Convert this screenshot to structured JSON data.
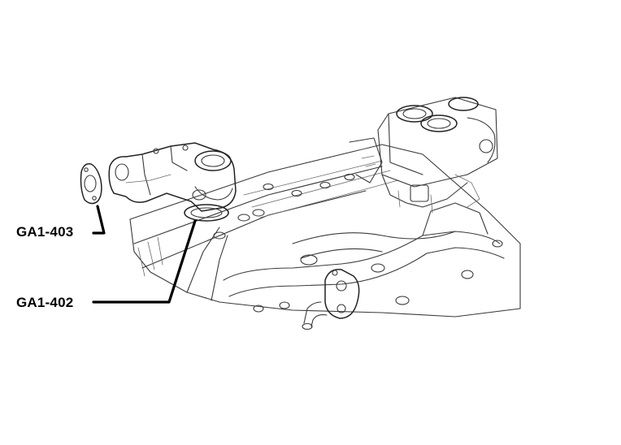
{
  "callouts": [
    {
      "id": "gasket",
      "part_number": "GA1-403"
    },
    {
      "id": "seal-ring",
      "part_number": "GA1-402"
    }
  ],
  "colors": {
    "background": "#ffffff",
    "line_art": "#3a3a3a",
    "leader": "#000000"
  }
}
